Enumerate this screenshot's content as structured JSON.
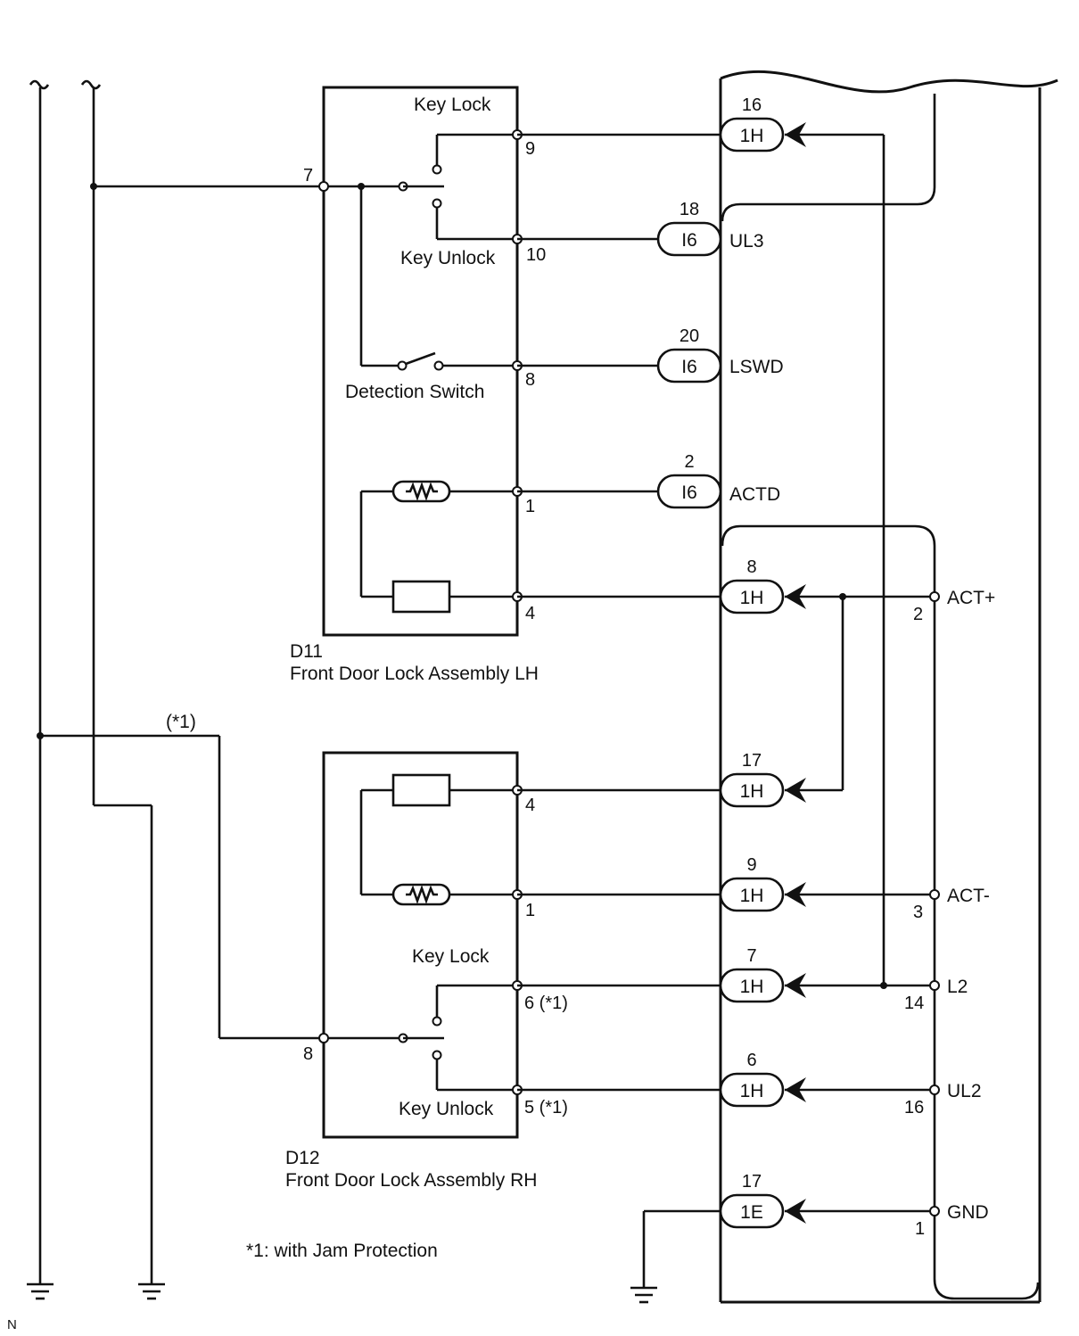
{
  "d11": {
    "code": "D11",
    "name": "Front Door Lock Assembly LH",
    "key_lock": "Key Lock",
    "key_unlock": "Key Unlock",
    "detection_switch": "Detection Switch",
    "pin_7": "7",
    "pin_9": "9",
    "pin_10": "10",
    "pin_8": "8",
    "pin_1": "1",
    "pin_4": "4"
  },
  "d12": {
    "code": "D12",
    "name": "Front Door Lock Assembly RH",
    "key_lock": "Key Lock",
    "key_unlock": "Key Unlock",
    "pin_4": "4",
    "pin_1": "1",
    "pin_6": "6 (*1)",
    "pin_5": "5 (*1)",
    "pin_8": "8"
  },
  "connectors": [
    {
      "id": "1H",
      "num": "16"
    },
    {
      "id": "I6",
      "num": "18",
      "signal": "UL3"
    },
    {
      "id": "I6",
      "num": "20",
      "signal": "LSWD"
    },
    {
      "id": "I6",
      "num": "2",
      "signal": "ACTD"
    },
    {
      "id": "1H",
      "num": "8"
    },
    {
      "id": "1H",
      "num": "17"
    },
    {
      "id": "1H",
      "num": "9"
    },
    {
      "id": "1H",
      "num": "7"
    },
    {
      "id": "1H",
      "num": "6"
    },
    {
      "id": "1E",
      "num": "17"
    }
  ],
  "motor_terminals": [
    {
      "signal": "ACT+",
      "pin": "2"
    },
    {
      "signal": "ACT-",
      "pin": "3"
    },
    {
      "signal": "L2",
      "pin": "14"
    },
    {
      "signal": "UL2",
      "pin": "16"
    },
    {
      "signal": "GND",
      "pin": "1"
    }
  ],
  "wire_note": "(*1)",
  "footnote": "*1: with Jam Protection",
  "corner_mark": "N"
}
